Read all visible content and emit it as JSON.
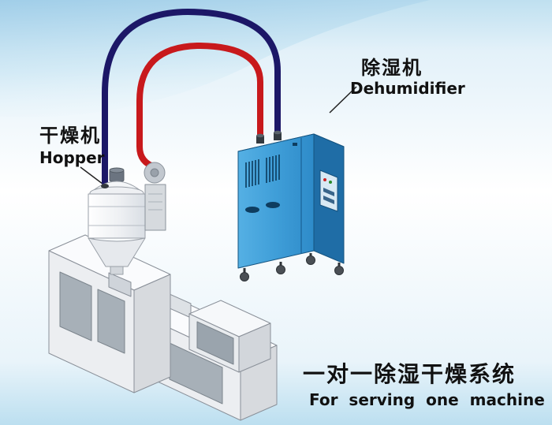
{
  "labels": {
    "hopper_zh": "干燥机",
    "hopper_en": "Hopper",
    "dehumidifier_zh": "除湿机",
    "dehumidifier_en": "Dehumidifier",
    "caption_zh": "一对一除湿干燥系统",
    "caption_en": "For serving one machine"
  },
  "colors": {
    "hose_red": "#c8191c",
    "hose_blue": "#1c1767",
    "cabinet_blue_front": "#3f9ed8",
    "cabinet_blue_side": "#1f6da6",
    "background_blue": "#bfe0f0",
    "label_text": "#111111"
  },
  "components": [
    "hopper-dryer",
    "suction-blower",
    "extruder-machine",
    "dehumidifier-cabinet",
    "dry-air-hose-blue",
    "return-air-hose-red"
  ]
}
